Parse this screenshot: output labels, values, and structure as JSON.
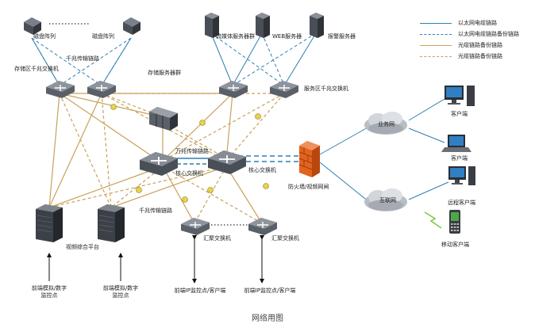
{
  "colors": {
    "ethernet": "#2e7fb0",
    "fiber": "#c9a15a",
    "device_dark": "#4a4f57",
    "device_mid": "#7a808a",
    "cloud": "#cfd3d8",
    "firewall": "#e1641e"
  },
  "legend": [
    {
      "label": "以太网电缆链路",
      "style": "ethernet-solid"
    },
    {
      "label": "以太网电缆链路备份链路",
      "style": "ethernet-dashed"
    },
    {
      "label": "光缆链路备份链路",
      "style": "fiber-solid"
    },
    {
      "label": "光缆链路备份链路",
      "style": "fiber-dashed"
    }
  ],
  "labels": {
    "disk1": "磁盘阵列",
    "disk2": "磁盘阵列",
    "gig_top": "千兆传输链路",
    "storage_switch": "存储区千兆交换机",
    "storage_servers": "存储服务器群",
    "media_server": "流媒体服务器群",
    "web_server": "WEB服务器",
    "alarm_server": "报警服务器",
    "service_switch": "服务区千兆交换机",
    "tengig": "万兆传输链路",
    "core1": "核心交换机",
    "core2": "核心交换机",
    "firewall": "防火墙/视频网闸",
    "business_net": "业务网",
    "internet": "互联网",
    "client1": "客户端",
    "client2": "客户端",
    "remote_client": "远程客户端",
    "mobile_client": "移动客户端",
    "gig_bottom": "千兆传输链路",
    "video_platform": "视频综合平台",
    "agg1": "汇聚交换机",
    "agg2": "汇聚交换机",
    "front1_l1": "前端模拟/数字",
    "front1_l2": "监控点",
    "front2_l1": "前端模拟/数字",
    "front2_l2": "监控点",
    "front3": "前端IP监控点/客户端",
    "front4": "前端IP监控点/客户端",
    "caption": "网络用图"
  }
}
